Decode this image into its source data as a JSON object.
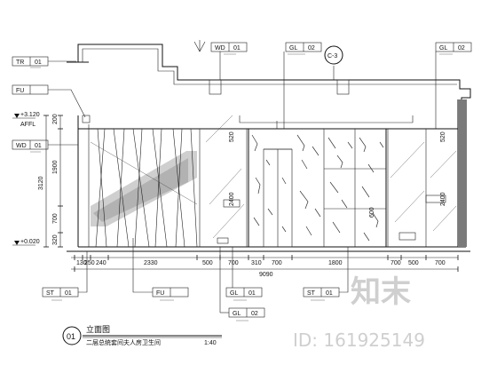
{
  "callouts": {
    "tr01": {
      "code": "TR",
      "num": "01"
    },
    "fu_left": {
      "code": "FU",
      "num": ""
    },
    "wd01_left": {
      "code": "WD",
      "num": "01"
    },
    "wd01_top": {
      "code": "WD",
      "num": "01"
    },
    "gl02_top": {
      "code": "GL",
      "num": "02"
    },
    "gl02_right": {
      "code": "GL",
      "num": "02"
    },
    "st01_left": {
      "code": "ST",
      "num": "01"
    },
    "fu_bottom": {
      "code": "FU",
      "num": ""
    },
    "gl01_bottom": {
      "code": "GL",
      "num": "01"
    },
    "gl02_bottom": {
      "code": "GL",
      "num": "02"
    },
    "st01_bottom": {
      "code": "ST",
      "num": "01"
    }
  },
  "section_marker": "C-3",
  "level_labels": {
    "ceiling": "+3.120",
    "ceiling_sub": "AFFL",
    "floor": "+0.020"
  },
  "left_dims": {
    "top": "200",
    "mid": "1900",
    "total": "3120",
    "low": "700",
    "bottom": "320"
  },
  "inner_dims": {
    "d1": "520",
    "d2": "520",
    "d3": "600",
    "d4": "2400",
    "d5": "2400"
  },
  "bottom_dims": [
    "130",
    "250",
    "240",
    "2330",
    "500",
    "700",
    "310",
    "700",
    "1800",
    "700",
    "500",
    "700"
  ],
  "total_dim": "9090",
  "title_block": {
    "number": "01",
    "name": "立面图",
    "subtitle": "二层总统套间夫人房卫生间",
    "scale": "1:40"
  },
  "watermark": {
    "brand": "知末",
    "id_text": "ID: 161925149"
  }
}
